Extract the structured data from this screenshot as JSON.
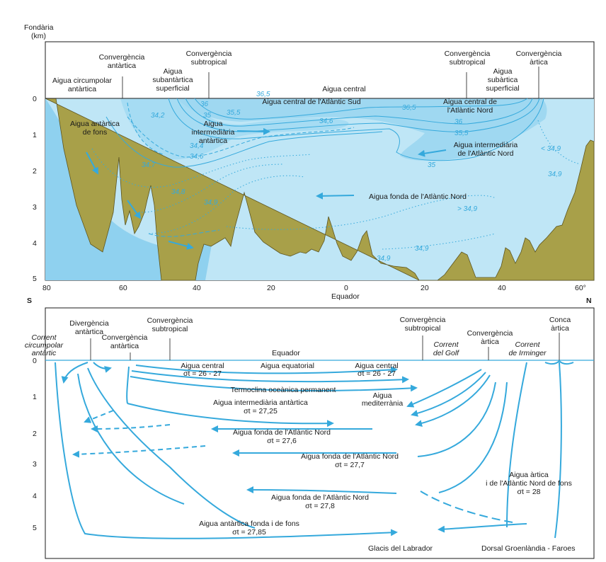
{
  "colors": {
    "water": "#bfe6f6",
    "deep": "#8fd1ef",
    "current": "#35a9dc",
    "land": "#a8a049",
    "line": "#1a1a1a"
  },
  "top": {
    "y_axis_title": [
      "Fondària",
      "(km)"
    ],
    "depth_ticks": [
      "0",
      "1",
      "2",
      "3",
      "4",
      "5"
    ],
    "lat_ticks": [
      "80",
      "60",
      "40",
      "20",
      "0",
      "20",
      "40",
      "60°"
    ],
    "south": "S",
    "north": "N",
    "equator": "Equador",
    "header_labels": [
      {
        "lines": [
          "Convergència",
          "antàrtica"
        ]
      },
      {
        "lines": [
          "Convergència",
          "subtropical"
        ]
      },
      {
        "lines": [
          "Aigua circumpolar",
          "antàrtica"
        ]
      },
      {
        "lines": [
          "Aigua",
          "subantàrtica",
          "superficial"
        ]
      },
      {
        "lines": [
          "Aigua central"
        ]
      },
      {
        "lines": [
          "Convergència",
          "subtropical"
        ]
      },
      {
        "lines": [
          "Convergència",
          "àrtica"
        ]
      },
      {
        "lines": [
          "Aigua",
          "subàrtica",
          "superficial"
        ]
      }
    ],
    "water_labels": [
      {
        "lines": [
          "Aigua antàrtica",
          "de fons"
        ]
      },
      {
        "lines": [
          "Aigua",
          "intermediària",
          "antàrtica"
        ]
      },
      {
        "lines": [
          "Aigua central de l'Atlàntic Sud"
        ]
      },
      {
        "lines": [
          "Aigua central de",
          "l'Atlàntic Nord"
        ]
      },
      {
        "lines": [
          "Aigua intermediària",
          "de l'Atlàntic Nord"
        ]
      },
      {
        "lines": [
          "Aigua fonda de l'Atlàntic Nord"
        ]
      }
    ],
    "salinity_labels": [
      "36,5",
      "36",
      "35,5",
      "35",
      "34,2",
      "34,4",
      "34,6",
      "34,7",
      "34,8",
      "34,9",
      "36,5",
      "35,5",
      "34,6",
      "36,5",
      "36",
      "35,5",
      "35",
      "< 34,9",
      "34,9",
      "> 34,9",
      "34,9",
      "34,9"
    ]
  },
  "bottom": {
    "depth_ticks": [
      "0",
      "1",
      "2",
      "3",
      "4",
      "5"
    ],
    "header_labels": [
      {
        "lines": [
          "Divergència",
          "antàrtica"
        ]
      },
      {
        "lines": [
          "Convergència",
          "subtropical"
        ]
      },
      {
        "lines": [
          "Corrent",
          "circumpolar",
          "antàrtic"
        ]
      },
      {
        "lines": [
          "Convergència",
          "antàrtica"
        ]
      },
      {
        "lines": [
          "Equador"
        ]
      },
      {
        "lines": [
          "Convergència",
          "subtropical"
        ]
      },
      {
        "lines": [
          "Convergència",
          "àrtica"
        ]
      },
      {
        "lines": [
          "Corrent",
          "del Golf"
        ]
      },
      {
        "lines": [
          "Corrent",
          "de Irminger"
        ]
      },
      {
        "lines": [
          "Conca",
          "àrtica"
        ]
      }
    ],
    "water_labels": [
      {
        "lines": [
          "Aigua central",
          "σt = 26 - 27"
        ]
      },
      {
        "lines": [
          "Aigua equatorial"
        ]
      },
      {
        "lines": [
          "Aigua central",
          "σt = 26 - 27"
        ]
      },
      {
        "lines": [
          "Termoclina oceànica permanent"
        ]
      },
      {
        "lines": [
          "Aigua",
          "mediterrània"
        ]
      },
      {
        "lines": [
          "Aigua intermediària antàrtica",
          "σt = 27,25"
        ]
      },
      {
        "lines": [
          "Aigua fonda de l'Atlàntic Nord",
          "σt = 27,6"
        ]
      },
      {
        "lines": [
          "Aigua fonda de l'Atlàntic Nord",
          "σt = 27,7"
        ]
      },
      {
        "lines": [
          "Aigua àrtica",
          "i de l'Atlàntic Nord de fons",
          "σt = 28"
        ]
      },
      {
        "lines": [
          "Aigua fonda de l'Atlàntic Nord",
          "σt = 27,8"
        ]
      },
      {
        "lines": [
          "Aigua antàrtica fonda i de fons",
          "σt = 27,85"
        ]
      }
    ],
    "footer_labels": [
      "Glacis del Labrador",
      "Dorsal Groenlàndia - Faroes"
    ]
  }
}
